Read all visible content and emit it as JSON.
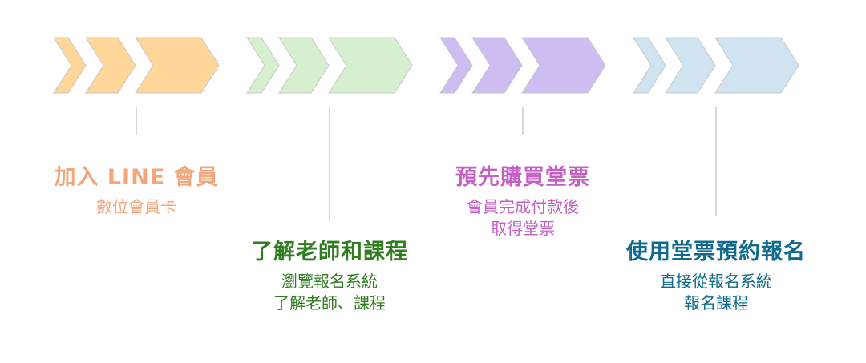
{
  "steps": [
    {
      "title": "加入 LINE 會員",
      "lines": [
        "數位會員卡"
      ],
      "fill": "#FFD699",
      "title_color": "#F2A679",
      "text_color": "#F2A679"
    },
    {
      "title": "了解老師和課程",
      "lines": [
        "瀏覽報名系統",
        "了解老師、課程"
      ],
      "fill": "#D6F0CF",
      "title_color": "#2E7D1E",
      "text_color": "#2E7D1E"
    },
    {
      "title": "預先購買堂票",
      "lines": [
        "會員完成付款後",
        "取得堂票"
      ],
      "fill": "#CDBDF0",
      "title_color": "#C460C4",
      "text_color": "#C460C4"
    },
    {
      "title": "使用堂票預約報名",
      "lines": [
        "直接從報名系統",
        "報名課程"
      ],
      "fill": "#CFE3F0",
      "title_color": "#0F6A8C",
      "text_color": "#0F6A8C"
    }
  ],
  "colors": {
    "chevron_stroke": "#C8C8C8",
    "connector": "#BDBDBD"
  }
}
